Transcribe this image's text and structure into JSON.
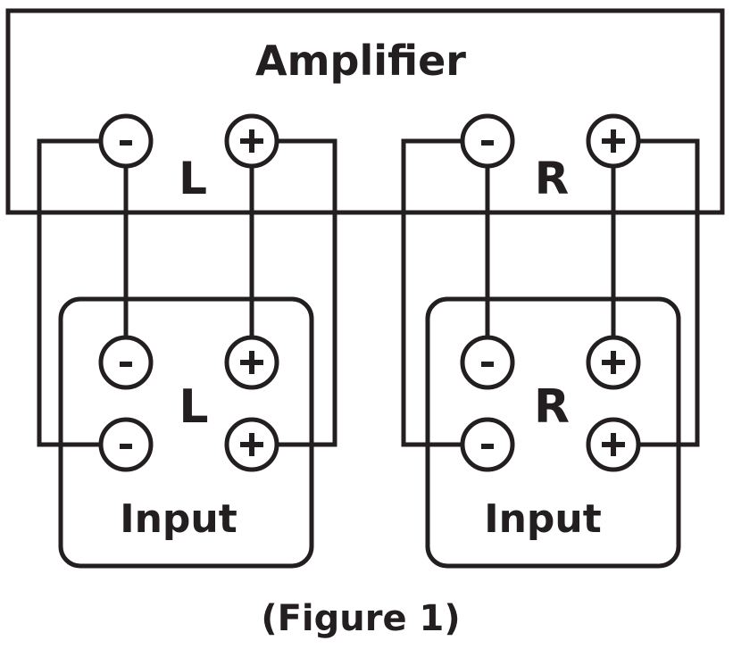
{
  "amplifier": {
    "title": "Amplifier",
    "left_channel_label": "L",
    "right_channel_label": "R"
  },
  "inputs": [
    {
      "channel_label": "L",
      "title": "Input"
    },
    {
      "channel_label": "R",
      "title": "Input"
    }
  ],
  "terminals": {
    "negative_symbol": "-",
    "positive_symbol": "+"
  },
  "caption": "(Figure 1)",
  "colors": {
    "line": "#231f20",
    "background": "#ffffff"
  }
}
